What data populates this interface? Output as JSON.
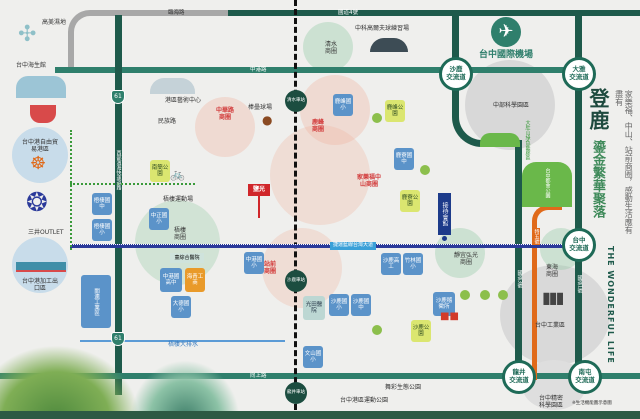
{
  "roads": {
    "linhai": "臨海路",
    "freeway4": "國道4號",
    "zhonggang": "中港路",
    "coastal_expressway": "西部濱海快速道路",
    "route61": "61",
    "xiangshang": "向上路",
    "freeway3": "國道3號",
    "freeway1": "國道1號",
    "special5": "特五號",
    "minzu": "民族路",
    "drain": "梧棲大排水",
    "mrt": "捷運藍線台灣大道"
  },
  "landmarks": {
    "gaomei": "高美濕地",
    "aquarium": "台中海生館",
    "ftz": "台中港自由貿易港區",
    "outlet": "三井OUTLET",
    "epz": "台中港加工出口區",
    "guanlian": "關連工業區",
    "golf": "中科高爾夫球練習場",
    "art_center": "港區藝術中心",
    "airport": "台中國際機場",
    "ctsp": "中部科學園區",
    "dadu": "大肚山綠色藝廊區",
    "metro_park": "台中都會公園",
    "industrial": "台中工業區",
    "precision": "台中精密科學園區",
    "sports_park": "台中港區運動公園",
    "eco_park": "舞彩生態公園",
    "baseball": "棒壘球場",
    "stadium": "梧棲運動場",
    "hospital": "童綜合醫院",
    "guangtian": "光田醫院",
    "reception": "接待會館",
    "brand_sign": "鹽光"
  },
  "interchanges": [
    "沙鹿\n交流道",
    "大雅\n交流道",
    "台中\n交流道",
    "龍井\n交流道",
    "南屯\n交流道"
  ],
  "stations": [
    "清水車站",
    "沙鹿車站",
    "龍井車站"
  ],
  "shopping": {
    "qingshui": "清水商圈",
    "zhonghua": "中華路商圈",
    "lufeng": "鹿峰商圈",
    "carrefour": "家樂福中山商圈",
    "station_front": "站前商圈",
    "wuqi": "梧棲商圈",
    "providence": "靜宜弘光商圈",
    "tunghai": "東海商圈"
  },
  "schools": [
    "梧棲國中",
    "梧棲國小",
    "中正國小",
    "中港國高中",
    "大德國小",
    "海青工商",
    "中港國小",
    "鹿峰國小",
    "鹿寮國中",
    "沙鹿高工",
    "竹林國小",
    "沙鹿國小",
    "沙鹿國中",
    "文山國小",
    "沙鹿稽徵所"
  ],
  "parks": [
    "南簡公園",
    "鹿峰公園",
    "鹿寮公園",
    "沙鹿公園"
  ],
  "title": {
    "main": "登鹿",
    "sub": "鎏金繁華聚落",
    "tagline": "家樂福、中山、站前商圈，感動生活應有盡有",
    "english": "THE WONDERFUL LIFE"
  },
  "note": "※生活機能圖示意圖",
  "colors": {
    "road": "#1e5a4b",
    "teal": "#2f7f6c",
    "mrt": "#2b3a9a",
    "special5": "#e06a1a",
    "school": "#5b93c9"
  }
}
